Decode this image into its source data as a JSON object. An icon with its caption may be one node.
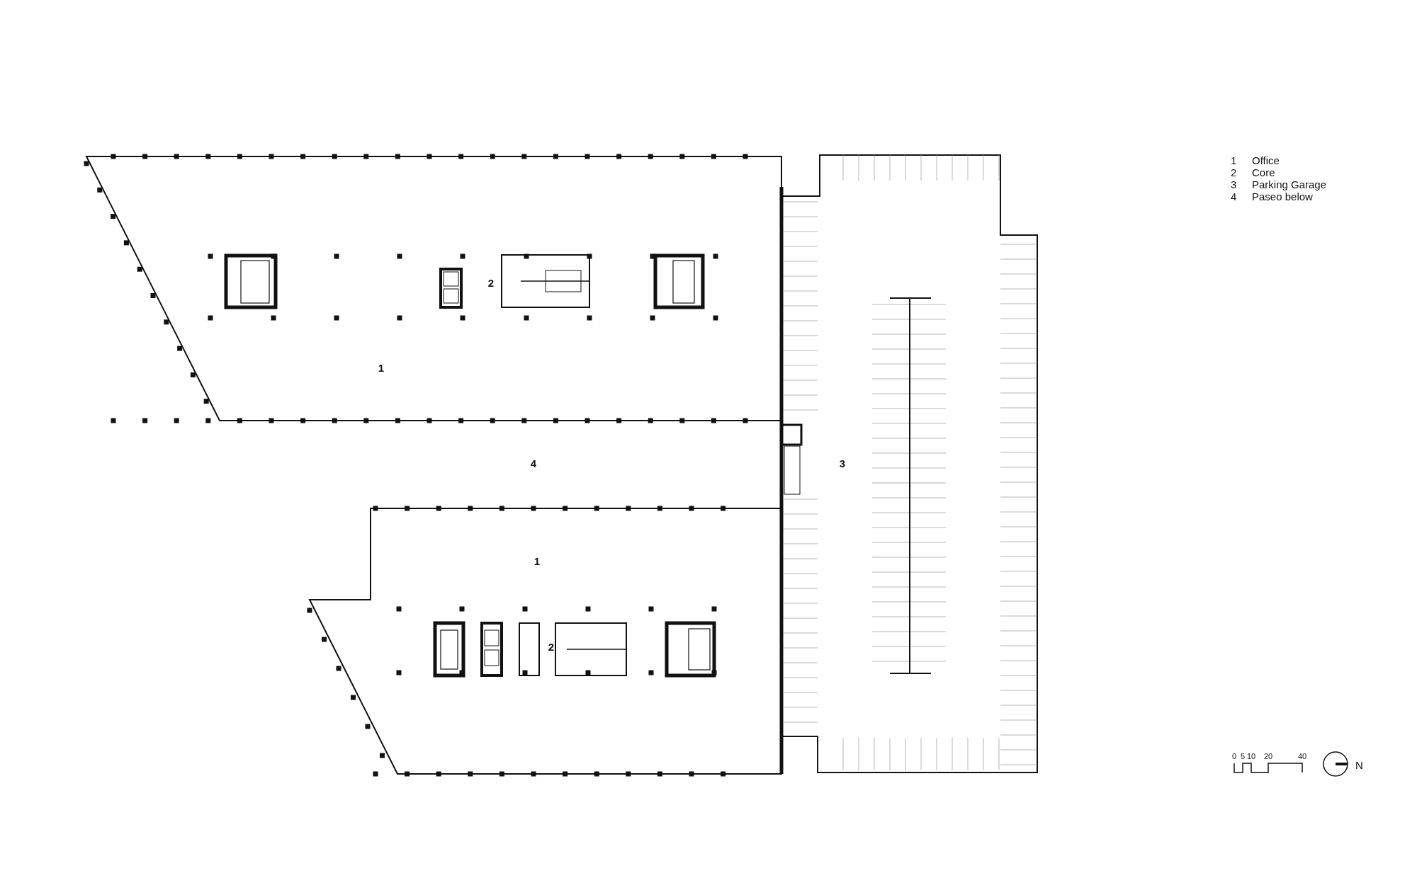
{
  "diagram": {
    "labels": [
      "1",
      "Office",
      "2",
      "Core",
      "3",
      "Parking Garage",
      "4",
      "Paseo below",
      "2",
      "1",
      "4",
      "3",
      "1",
      "2",
      "0",
      "5",
      "10",
      "20",
      "40",
      "N"
    ]
  }
}
